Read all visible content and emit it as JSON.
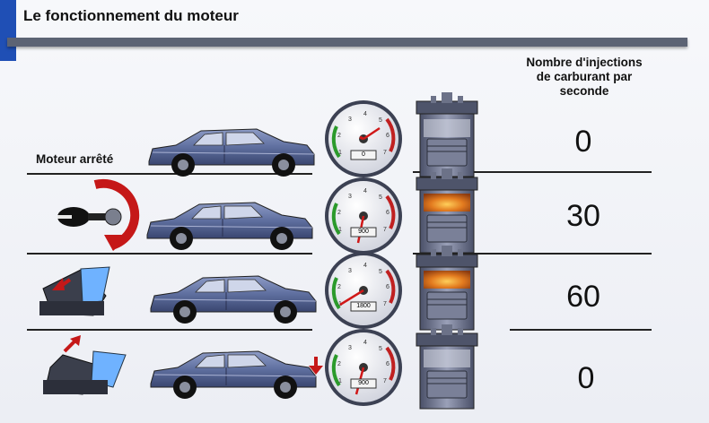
{
  "title": "Le fonctionnement du moteur",
  "column_header": "Nombre d'injections de carburant par seconde",
  "rows": [
    {
      "label": "Moteur arrêté",
      "gauge_readout": "0",
      "combustion": false,
      "injections": "0"
    },
    {
      "label": "",
      "gauge_readout": "900",
      "combustion": true,
      "injections": "30"
    },
    {
      "label": "",
      "gauge_readout": "1800",
      "combustion": true,
      "injections": "60"
    },
    {
      "label": "",
      "gauge_readout": "900",
      "combustion": false,
      "injections": "0"
    }
  ],
  "colors": {
    "accent": "#1f4fb5",
    "title_bar": "#5c6374",
    "car": "#5a6a9a",
    "arrow": "#d42020",
    "flame": "#e07a20"
  }
}
